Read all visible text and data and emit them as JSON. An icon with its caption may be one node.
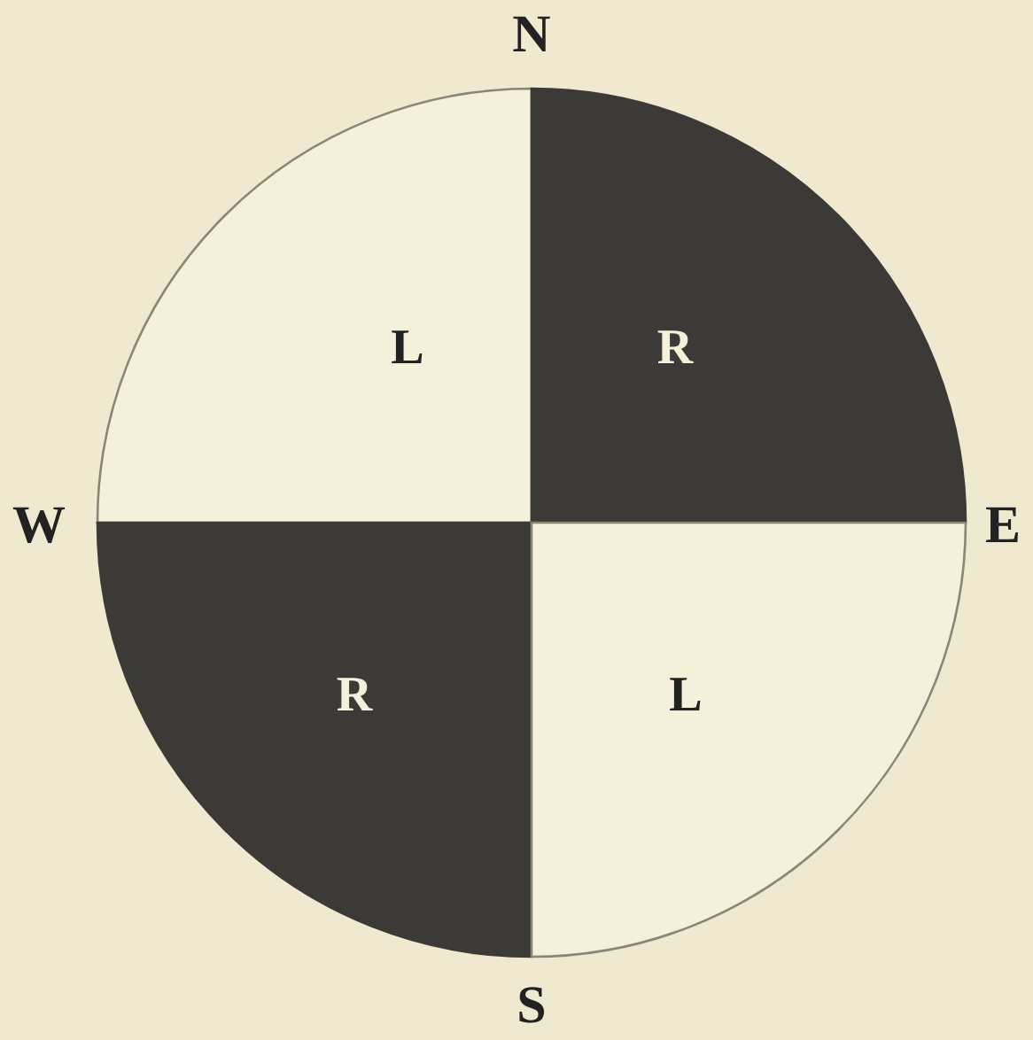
{
  "diagram": {
    "nodes": [
      {
        "text": [
          "L"
        ]
      },
      {
        "text": [
          "R"
        ]
      },
      {
        "text": [
          "R"
        ]
      },
      {
        "text": [
          "L"
        ]
      }
    ],
    "labels": [
      "N",
      "W",
      "E",
      "S"
    ]
  }
}
